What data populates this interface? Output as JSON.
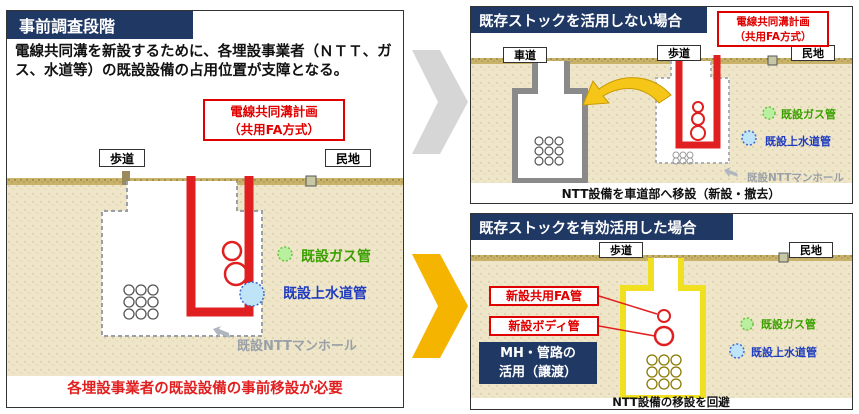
{
  "left": {
    "header": "事前調査段階",
    "description": "電線共同溝を新設するために、各埋設事業者（ＮＴＴ、ガス、水道等）の既設設備の占用位置が支障となる。",
    "plan_box": {
      "line1": "電線共同溝計画",
      "line2": "（共用FA方式）"
    },
    "sidewalk_label": "歩道",
    "private_land_label": "民地",
    "gas_label": "既設ガス管",
    "water_label": "既設上水道管",
    "manhole_label": "既設NTTマンホール",
    "footer": "各埋設事業者の既設設備の事前移設が必要"
  },
  "top_right": {
    "header": "既存ストックを活用しない場合",
    "roadway_label": "車道",
    "sidewalk_label": "歩道",
    "private_land_label": "民地",
    "plan_box": {
      "line1": "電線共同溝計画",
      "line2": "（共用FA方式）"
    },
    "gas_label": "既設ガス管",
    "water_label": "既設上水道管",
    "manhole_label": "既設NTTマンホール",
    "caption": "NTT設備を車道部へ移設（新設・撤去）"
  },
  "bottom_right": {
    "header": "既存ストックを有効活用した場合",
    "sidewalk_label": "歩道",
    "private_land_label": "民地",
    "fa_pipe_label": "新設共用FA管",
    "body_pipe_label": "新設ボディ管",
    "reuse_line1": "MH・管路の",
    "reuse_line2": "活用（譲渡）",
    "gas_label": "既設ガス管",
    "water_label": "既設上水道管",
    "caption": "NTT設備の移設を回避"
  }
}
